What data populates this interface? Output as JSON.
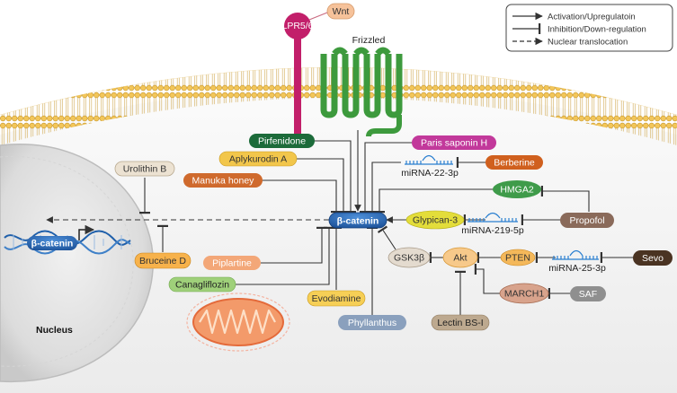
{
  "receptors": {
    "wnt": "Wnt",
    "lrp": "LPR5/6",
    "frizzled": "Frizzled"
  },
  "hub": "β-catenin",
  "nucleus": {
    "label": "Nucleus",
    "gene_label": "β-catenin"
  },
  "legend": {
    "activation": "Activation/Upregulatoin",
    "inhibition": "Inhibition/Down-regulation",
    "translocation": "Nuclear translocation"
  },
  "compounds": {
    "pirfenidone": "Pirfenidone",
    "aplykurodin": "Aplykurodin A",
    "manuka": "Manuka honey",
    "paris": "Paris saponin H",
    "berberine": "Berberine",
    "urolithin": "Urolithin B",
    "bruceine": "Bruceine D",
    "piplartine": "Piplartine",
    "canagliflozin": "Canagliflozin",
    "evodiamine": "Evodiamine",
    "phyllanthus": "Phyllanthus",
    "hmga2": "HMGA2",
    "propofol": "Propofol",
    "glypican": "Glypican-3",
    "gsk": "GSK3β",
    "akt": "Akt",
    "pten": "PTEN",
    "sevo": "Sevo",
    "march1": "MARCH1",
    "saf": "SAF",
    "lectin": "Lectin BS-I"
  },
  "mirnas": {
    "mir22": "miRNA-22-3p",
    "mir219": "miRNA-219-5p",
    "mir25": "miRNA-25-3p"
  },
  "colors": {
    "pirfenidone": "#1c6b3a",
    "aplykurodin": "#f2c64b",
    "manuka": "#cf6a2d",
    "paris": "#c2399b",
    "berberine": "#d0601e",
    "urolithin": "#ece2d2",
    "bruceine": "#f7b24b",
    "piplartine": "#f3a778",
    "canagliflozin": "#9fd07a",
    "evodiamine": "#f6cf56",
    "phyllanthus": "#8aa0bd",
    "hmga2": "#3f9b4a",
    "propofol": "#8a6a5a",
    "glypican": "#e3dd3a",
    "gsk": "#e4dbcf",
    "akt": "#f7c98a",
    "pten": "#f4b85a",
    "sevo": "#4a3322",
    "march1": "#d8a38c",
    "saf": "#8f8f8f",
    "lectin": "#bda98f",
    "hub": "#1e5aa8",
    "frizzled": "#3d9a3d",
    "lrp": "#c21f6a",
    "wnt": "#f6c29a",
    "membrane": "#f2c85a"
  }
}
